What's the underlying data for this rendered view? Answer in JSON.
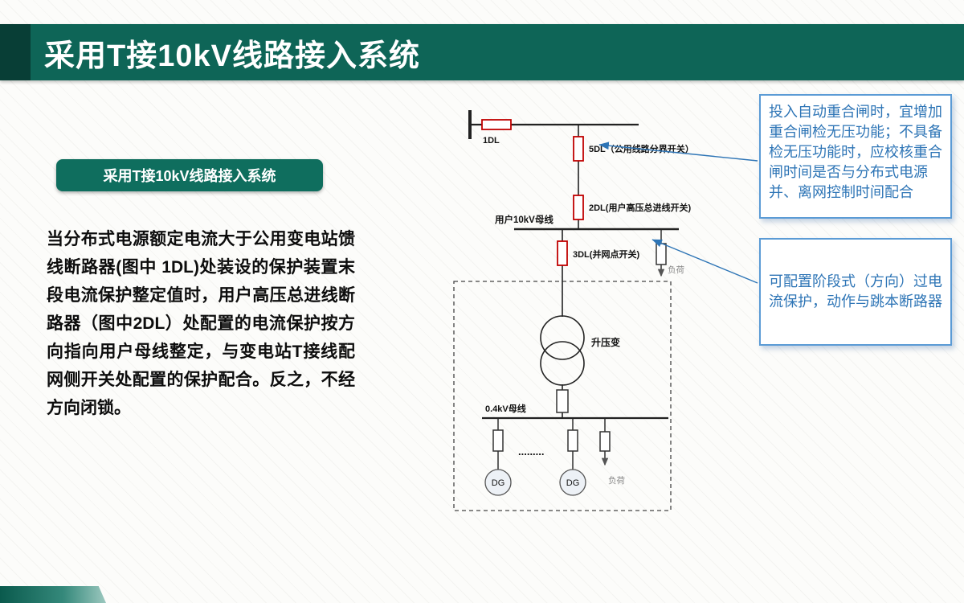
{
  "header": {
    "title": "采用T接10kV线路接入系统"
  },
  "badge": {
    "label": "采用T接10kV线路接入系统"
  },
  "body": {
    "text": "当分布式电源额定电流大于公用变电站馈线断路器(图中 1DL)处装设的保护装置末段电流保护整定值时，用户高压总进线断路器（图中2DL）处配置的电流保护按方向指向用户母线整定，与变电站T接线配网侧开关处配置的保护配合。反之，不经方向闭锁。"
  },
  "diagram": {
    "breaker_1dl_label": "1DL",
    "breaker_5dl_label": "5DL（公用线路分界开关）",
    "breaker_2dl_label": "2DL(用户高压总进线开关)",
    "bus_10kv_label": "用户10kV母线",
    "breaker_3dl_label": "3DL(并网点开关)",
    "load_hv_label": "负荷",
    "transformer_label": "升压变",
    "bus_04kv_label": "0.4kV母线",
    "dg1_label": "DG",
    "dg2_label": "DG",
    "dots": ".........",
    "load_lv_label": "负荷"
  },
  "callouts": [
    {
      "text": "投入自动重合闸时，宜增加重合闸检无压功能；不具备检无压功能时，应校核重合闸时间是否与分布式电源并、离网控制时间配合"
    },
    {
      "text": "可配置阶段式（方向）过电流保护，动作与跳本断路器"
    }
  ],
  "colors": {
    "header_bg": "#0e6557",
    "badge_bg": "#0f6e5e",
    "callout_border": "#5b9bd5",
    "callout_text": "#2e75b6",
    "breaker_stroke": "#c00000"
  }
}
